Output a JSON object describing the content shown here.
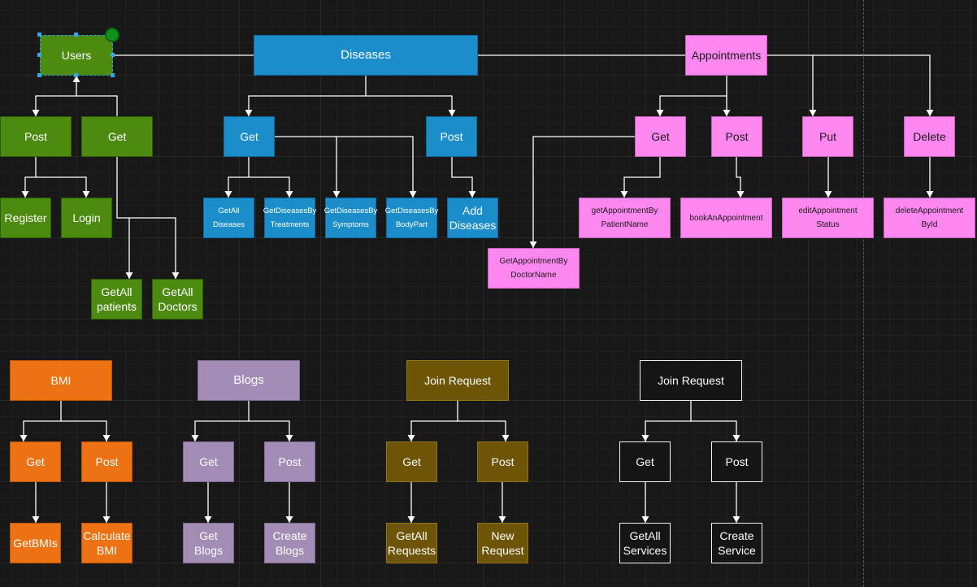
{
  "users": {
    "title": "Users",
    "post": "Post",
    "get": "Get",
    "register": "Register",
    "login": "Login",
    "getall_patients": "GetAll\npatients",
    "getall_doctors": "GetAll\nDoctors"
  },
  "diseases": {
    "title": "Diseases",
    "get": "Get",
    "post": "Post",
    "getall": "GetAll\nDiseases",
    "by_treatments": "GetDiseasesBy\nTreatments",
    "by_symptoms": "GetDiseasesBy\nSymptoms",
    "by_bodypart": "GetDiseasesBy\nBodyPart",
    "add": "Add\nDiseases"
  },
  "appointments": {
    "title": "Appointments",
    "get": "Get",
    "post": "Post",
    "put": "Put",
    "delete": "Delete",
    "by_patient": "getAppointmentBy\nPatientName",
    "by_doctor": "GetAppointmentBy\nDoctorName",
    "book": "bookAnAppointment",
    "edit_status": "editAppointment\nStatus",
    "delete_by_id": "deleteAppointment\nById"
  },
  "bmi": {
    "title": "BMI",
    "get": "Get",
    "post": "Post",
    "get_bmis": "GetBMIs",
    "calculate": "Calculate\nBMI"
  },
  "blogs": {
    "title": "Blogs",
    "get": "Get",
    "post": "Post",
    "get_blogs": "Get\nBlogs",
    "create": "Create\nBlogs"
  },
  "join_request_1": {
    "title": "Join Request",
    "get": "Get",
    "post": "Post",
    "getall": "GetAll\nRequests",
    "new": "New\nRequest"
  },
  "join_request_2": {
    "title": "Join Request",
    "get": "Get",
    "post": "Post",
    "getall": "GetAll\nServices",
    "create": "Create\nService"
  },
  "colors": {
    "users": "#4d8a10",
    "diseases": "#1b8dc8",
    "appointments": "#ff88f0",
    "bmi": "#ec7213",
    "blogs": "#a38db6",
    "join_request_1": "#6e5406",
    "join_request_2": "#151515",
    "connector": "#ffffff",
    "selection": "#35a6e8"
  }
}
